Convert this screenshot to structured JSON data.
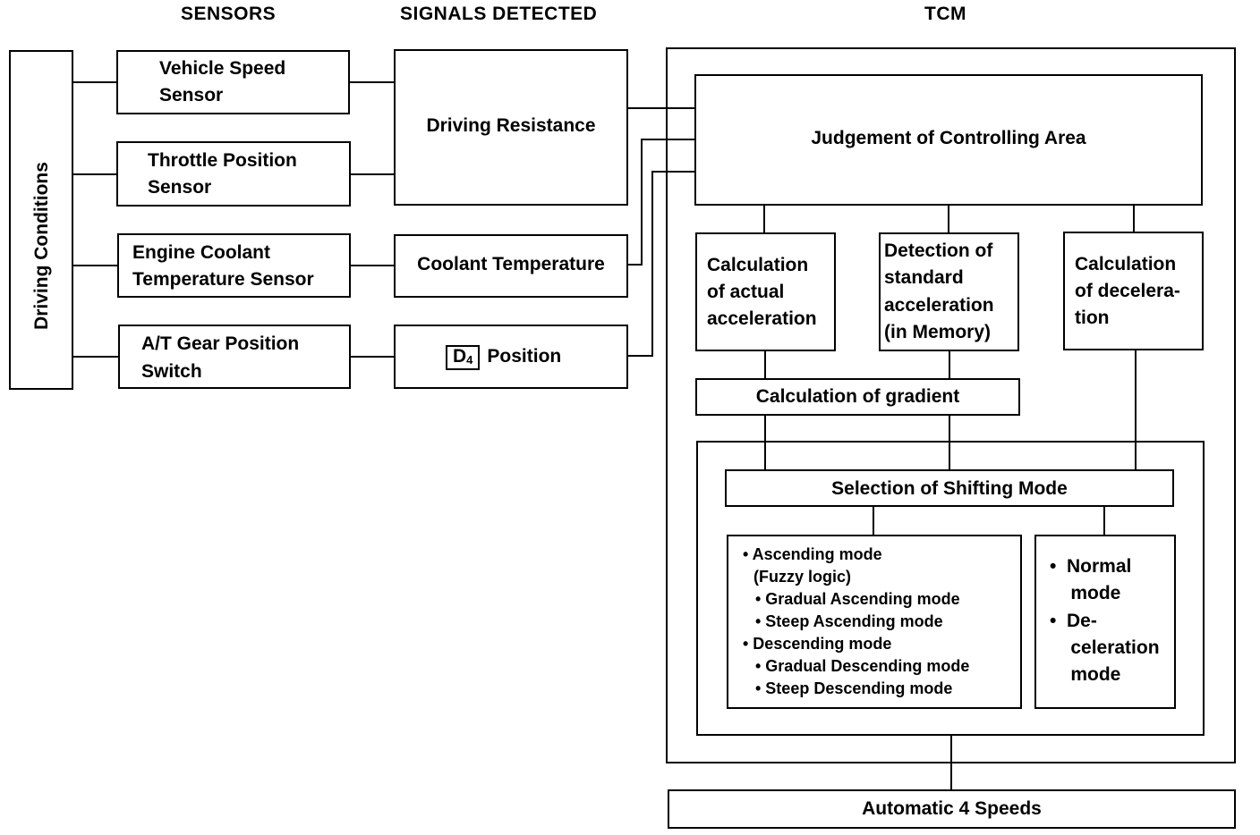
{
  "headers": {
    "sensors": "SENSORS",
    "signals": "SIGNALS DETECTED",
    "tcm": "TCM"
  },
  "driving_conditions": "Driving Conditions",
  "sensors": [
    {
      "line1": "Vehicle Speed",
      "line2": "Sensor"
    },
    {
      "line1": "Throttle Position",
      "line2": "Sensor"
    },
    {
      "line1": "Engine Coolant",
      "line2": "Temperature Sensor"
    },
    {
      "line1": "A/T Gear Position",
      "line2": "Switch"
    }
  ],
  "signals": {
    "driving_resistance": "Driving Resistance",
    "coolant_temperature": "Coolant Temperature",
    "d4_letter": "D",
    "d4_sub": "4",
    "position": "Position"
  },
  "tcm": {
    "judgement": "Judgement of Controlling Area",
    "calc_actual": [
      "Calculation",
      "of actual",
      "acceleration"
    ],
    "detect_standard": [
      "Detection of",
      "standard",
      "acceleration",
      "(in Memory)"
    ],
    "calc_decel": [
      "Calculation",
      "of decelera-",
      "tion"
    ],
    "gradient": "Calculation of gradient",
    "selection": "Selection of Shifting Mode",
    "fuzzy_modes": [
      "• Ascending mode",
      "  (Fuzzy logic)",
      "  • Gradual Ascending mode",
      "  • Steep Ascending mode",
      "• Descending mode",
      "  • Gradual Descending mode",
      "  • Steep Descending mode"
    ],
    "other_modes": [
      "•  Normal",
      "    mode",
      "•  De-",
      "    celeration",
      "    mode"
    ]
  },
  "output": "Automatic 4 Speeds"
}
